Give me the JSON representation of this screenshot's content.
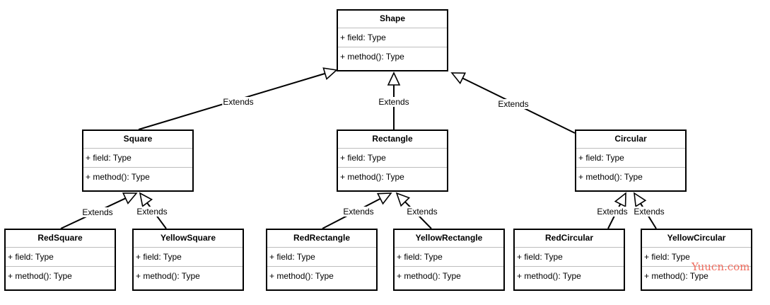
{
  "diagram": {
    "classes": {
      "shape": {
        "name": "Shape",
        "field": "+ field: Type",
        "method": "+ method(): Type"
      },
      "square": {
        "name": "Square",
        "field": "+ field: Type",
        "method": "+ method(): Type"
      },
      "rectangle": {
        "name": "Rectangle",
        "field": "+ field: Type",
        "method": "+ method(): Type"
      },
      "circular": {
        "name": "Circular",
        "field": "+ field: Type",
        "method": "+ method(): Type"
      },
      "red_square": {
        "name": "RedSquare",
        "field": "+ field: Type",
        "method": "+ method(): Type"
      },
      "yellow_square": {
        "name": "YellowSquare",
        "field": "+ field: Type",
        "method": "+ method(): Type"
      },
      "red_rectangle": {
        "name": "RedRectangle",
        "field": "+ field: Type",
        "method": "+ method(): Type"
      },
      "yellow_rectangle": {
        "name": "YellowRectangle",
        "field": "+ field: Type",
        "method": "+ method(): Type"
      },
      "red_circular": {
        "name": "RedCircular",
        "field": "+ field: Type",
        "method": "+ method(): Type"
      },
      "yellow_circular": {
        "name": "YellowCircular",
        "field": "+ field: Type",
        "method": "+ method(): Type"
      }
    },
    "relations": [
      {
        "from": "square",
        "to": "shape",
        "label": "Extends"
      },
      {
        "from": "rectangle",
        "to": "shape",
        "label": "Extends"
      },
      {
        "from": "circular",
        "to": "shape",
        "label": "Extends"
      },
      {
        "from": "red_square",
        "to": "square",
        "label": "Extends"
      },
      {
        "from": "yellow_square",
        "to": "square",
        "label": "Extends"
      },
      {
        "from": "red_rectangle",
        "to": "rectangle",
        "label": "Extends"
      },
      {
        "from": "yellow_rectangle",
        "to": "rectangle",
        "label": "Extends"
      },
      {
        "from": "red_circular",
        "to": "circular",
        "label": "Extends"
      },
      {
        "from": "yellow_circular",
        "to": "circular",
        "label": "Extends"
      }
    ]
  },
  "watermark": "Yuucn.com"
}
